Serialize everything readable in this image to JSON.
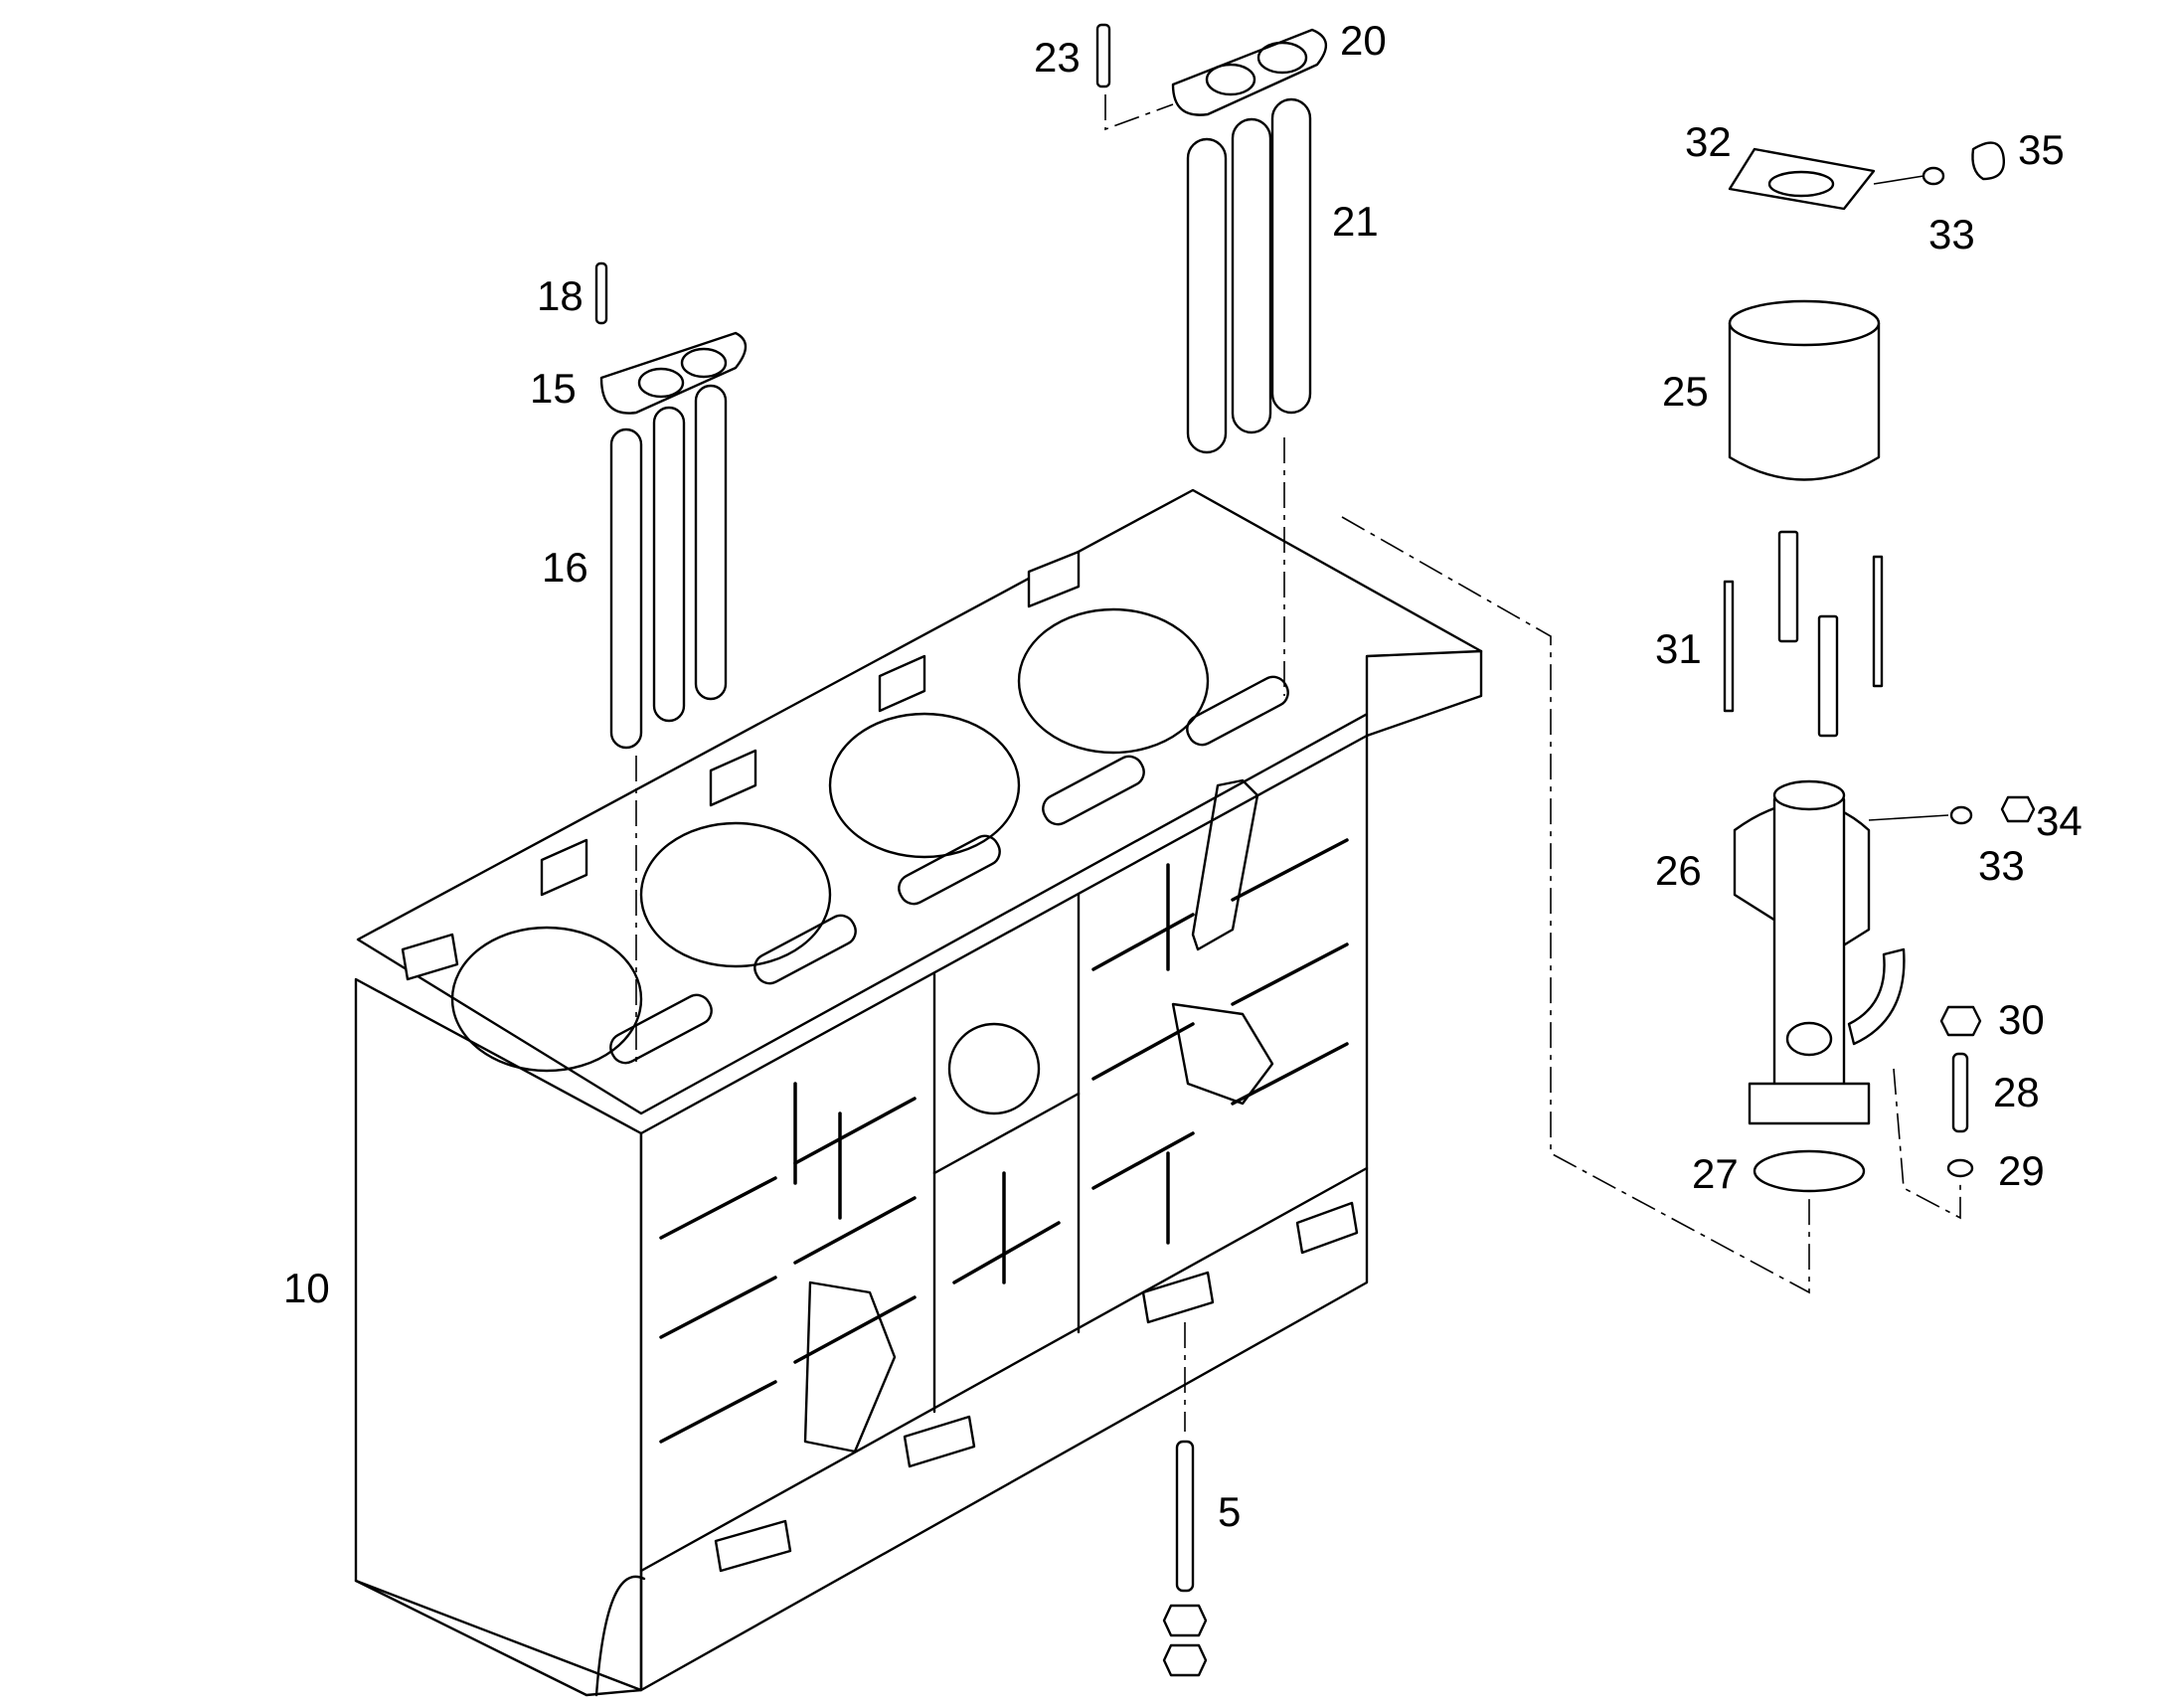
{
  "labels": {
    "p5": "5",
    "p10": "10",
    "p15": "15",
    "p16": "16",
    "p18": "18",
    "p20": "20",
    "p21": "21",
    "p23": "23",
    "p25": "25",
    "p26": "26",
    "p27": "27",
    "p28": "28",
    "p29": "29",
    "p30": "30",
    "p31": "31",
    "p32": "32",
    "p33a": "33",
    "p33b": "33",
    "p34": "34",
    "p35": "35"
  }
}
